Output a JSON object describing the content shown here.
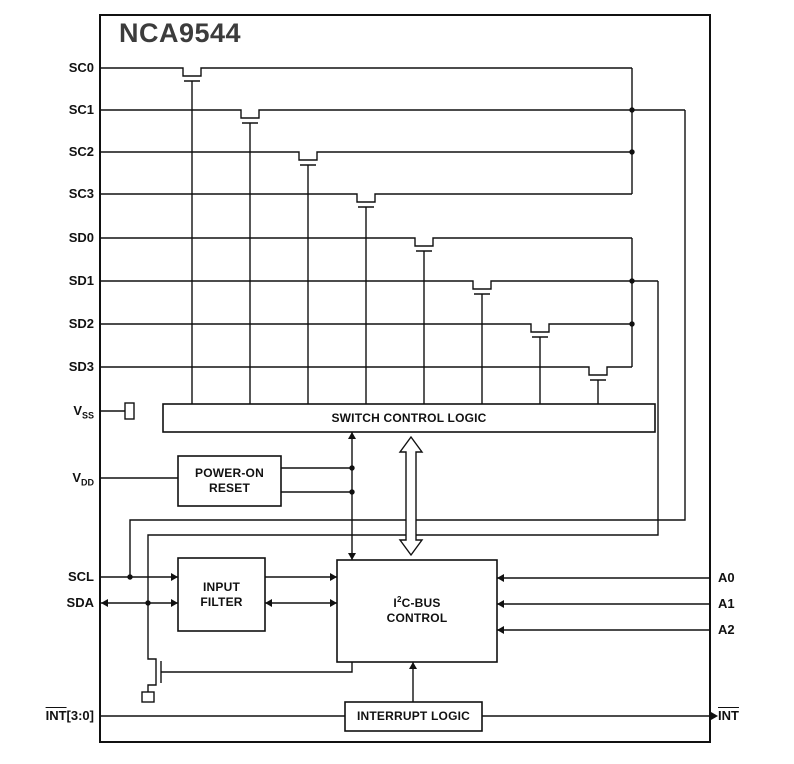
{
  "title": "NCA9544",
  "pins": {
    "left": [
      {
        "main": "SC0"
      },
      {
        "main": "SC1"
      },
      {
        "main": "SC2"
      },
      {
        "main": "SC3"
      },
      {
        "main": "SD0"
      },
      {
        "main": "SD1"
      },
      {
        "main": "SD2"
      },
      {
        "main": "SD3"
      },
      {
        "main": "V",
        "sub": "SS"
      },
      {
        "main": "V",
        "sub": "DD"
      },
      {
        "main": "SCL"
      },
      {
        "main": "SDA"
      },
      {
        "over": "INT",
        "rest": "[3:0]"
      }
    ],
    "right": [
      {
        "main": "A0"
      },
      {
        "main": "A1"
      },
      {
        "main": "A2"
      },
      {
        "over": "INT",
        "rest": ""
      }
    ]
  },
  "blocks": {
    "switch_control_logic": {
      "label": "SWITCH CONTROL LOGIC"
    },
    "power_on_reset": {
      "line1": "POWER-ON",
      "line2": "RESET"
    },
    "input_filter": {
      "line1": "INPUT",
      "line2": "FILTER"
    },
    "i2c_bus_control": {
      "line1_pre": "I",
      "line1_sup": "2",
      "line1_post": "C-BUS",
      "line2": "CONTROL"
    },
    "interrupt_logic": {
      "label": "INTERRUPT LOGIC"
    }
  },
  "colors": {
    "line": "#111111",
    "block_fill": "#ffffff",
    "title": "#3c3c3c",
    "background": "#ffffff"
  }
}
